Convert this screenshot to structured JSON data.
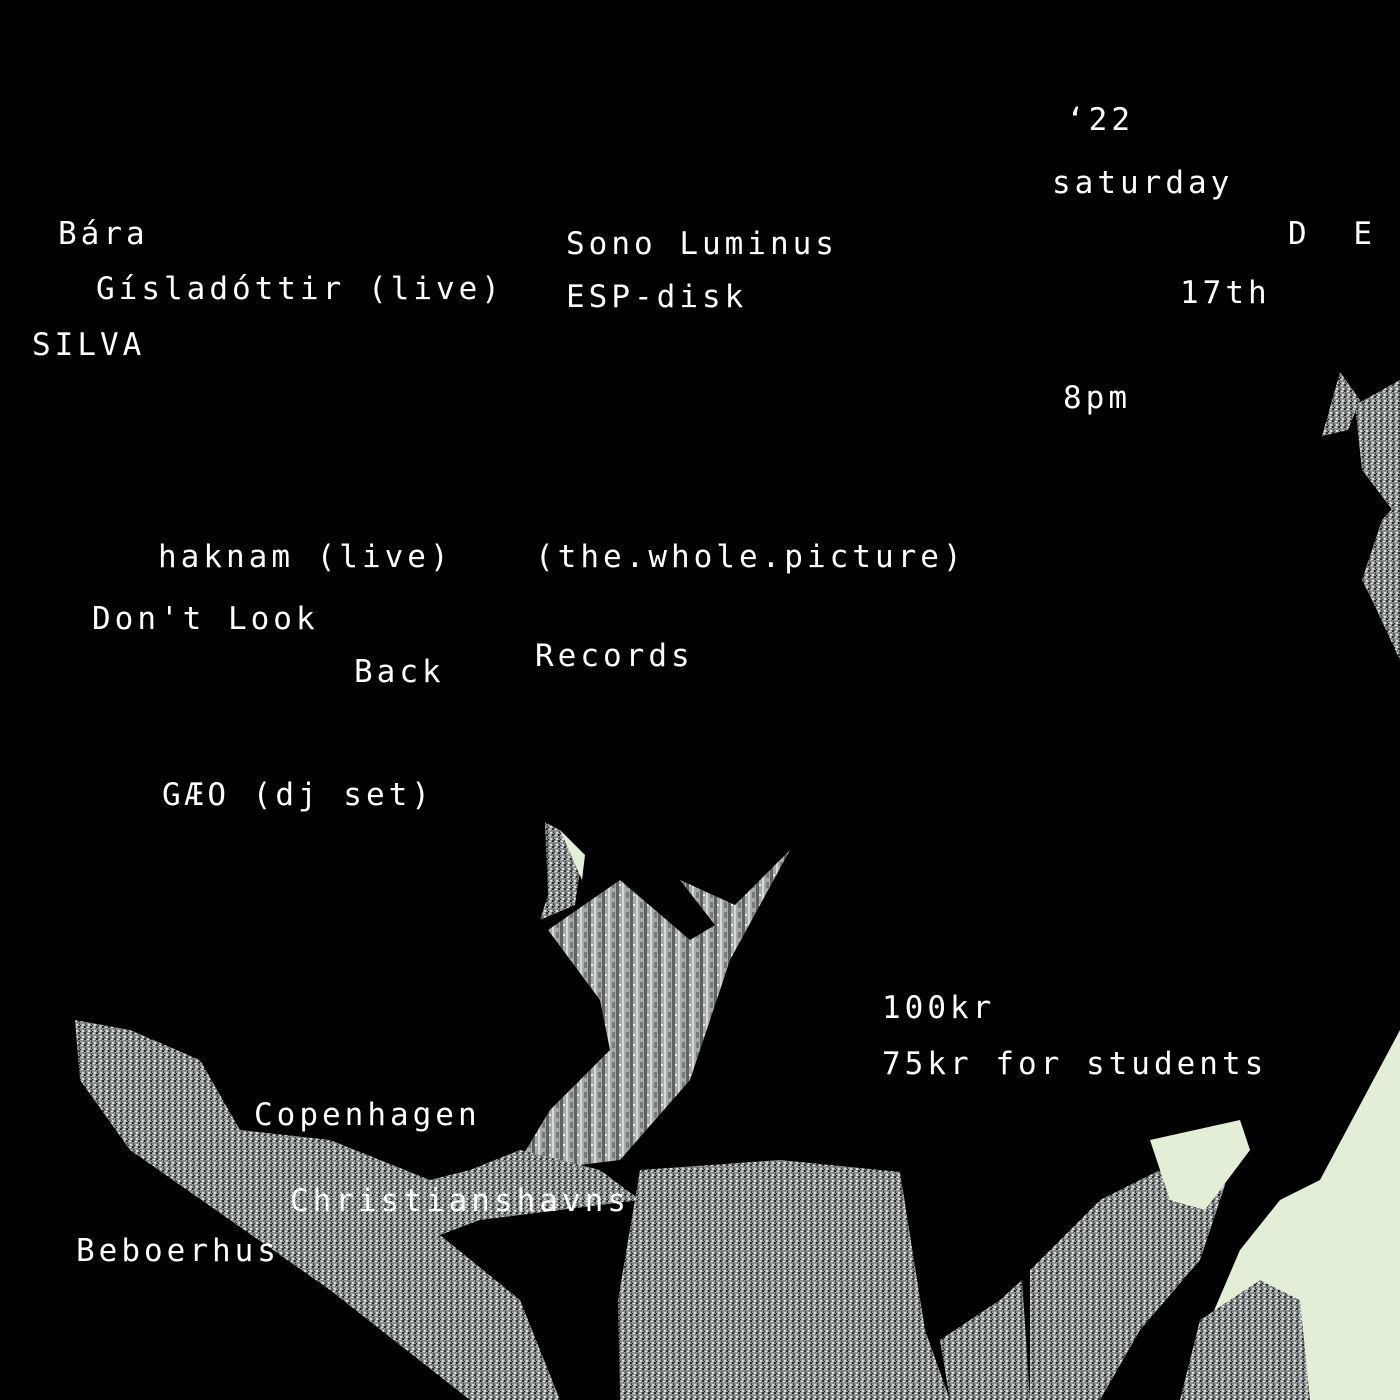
{
  "artists": {
    "bara_line1": "Bára",
    "bara_line2": "Gísladóttir (live)",
    "bara_line3": "SILVA",
    "haknam": "haknam (live)",
    "dont_look_line1": "Don't Look",
    "dont_look_line2": "Back",
    "gaeo": "GÆO (dj set)"
  },
  "labels": {
    "sono": "Sono Luminus",
    "esp": "ESP-disk",
    "whole_picture": "(the.whole.picture)",
    "records": "Records"
  },
  "date": {
    "year": "‘22",
    "weekday": "saturday",
    "month": "D E C",
    "day": "17th",
    "time": "8pm"
  },
  "price": {
    "full": "100kr",
    "students": "75kr for students"
  },
  "venue": {
    "city": "Copenhagen",
    "name_line1": "Christianshavns",
    "name_line2": "Beboerhus"
  },
  "colors": {
    "background": "#000000",
    "text": "#ffffff",
    "shard_texture": "#9fa3a4",
    "shard_mint": "#e2efd6"
  }
}
